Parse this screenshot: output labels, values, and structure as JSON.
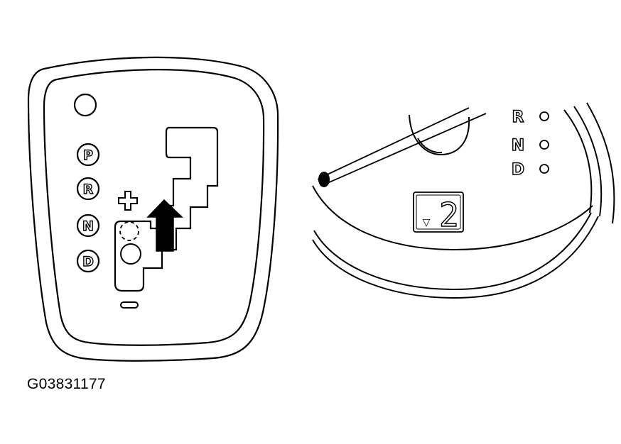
{
  "shifter": {
    "gears": [
      "P",
      "R",
      "N",
      "D"
    ],
    "plus_symbol": "+",
    "minus_symbol": "-",
    "arrow_icon": "up-arrow-icon"
  },
  "cluster": {
    "gear_labels": [
      "R",
      "N",
      "D"
    ],
    "indicator_arrow": "▽",
    "gear_display": "2"
  },
  "figure_id": "G03831177",
  "colors": {
    "line": "#000000",
    "background": "#ffffff"
  }
}
